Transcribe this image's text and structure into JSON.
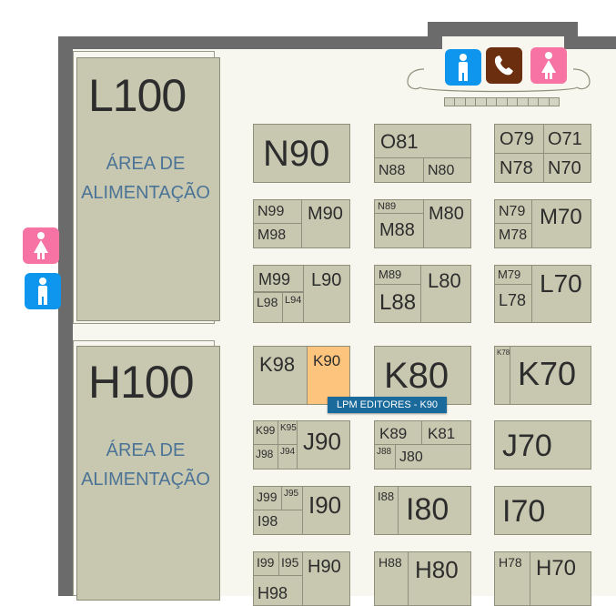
{
  "areas": {
    "l100": {
      "code": "L100",
      "label_line1": "ÁREA DE",
      "label_line2": "ALIMENTAÇÃO"
    },
    "h100": {
      "code": "H100",
      "label_line1": "ÁREA DE",
      "label_line2": "ALIMENTAÇÃO"
    }
  },
  "booths": {
    "n90_big": "N90",
    "o81": "O81",
    "n88": "N88",
    "n80": "N80",
    "o79": "O79",
    "o71": "O71",
    "n78": "N78",
    "n70": "N70",
    "n99": "N99",
    "m98": "M98",
    "m90": "M90",
    "n89": "N89",
    "m88": "M88",
    "m80": "M80",
    "n79": "N79",
    "m78": "M78",
    "m70": "M70",
    "m99": "M99",
    "l90": "L90",
    "l98": "L98",
    "l94": "L94",
    "m89": "M89",
    "l88": "L88",
    "l80": "L80",
    "m79": "M79",
    "l78": "L78",
    "l70": "L70",
    "k98": "K98",
    "k90": "K90",
    "k80": "K80",
    "k78": "K78",
    "k70": "K70",
    "k99": "K99",
    "k95": "K95",
    "j98": "J98",
    "j94": "J94",
    "j90": "J90",
    "k89": "K89",
    "k81": "K81",
    "j88": "J88",
    "j80": "J80",
    "j70": "J70",
    "j99": "J99",
    "j95": "J95",
    "i98": "I98",
    "i90": "I90",
    "i88": "I88",
    "i80": "I80",
    "i70": "I70",
    "i99": "I99",
    "i95": "I95",
    "h98": "H98",
    "h90": "H90",
    "h88": "H88",
    "h80": "H80",
    "h78": "H78",
    "h70": "H70"
  },
  "tooltip": {
    "text": "LPM EDITORES - K90"
  },
  "colors": {
    "booth_fill": "#c8c8b1",
    "highlight": "#fcc47c",
    "restroom_male": "#0e96ef",
    "restroom_female": "#f673a3",
    "phone": "#6b2f10",
    "area_label": "#4b7396",
    "tooltip_bg": "#1a6a9b"
  },
  "icons": {
    "restroom_male": "male-restroom-icon",
    "restroom_female": "female-restroom-icon",
    "phone": "phone-icon"
  }
}
